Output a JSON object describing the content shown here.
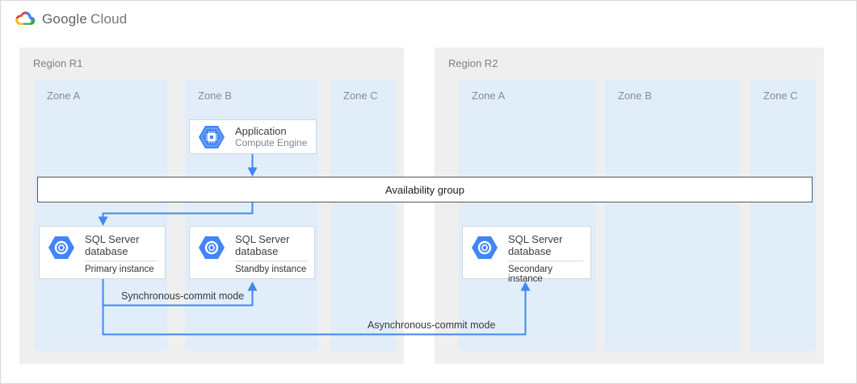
{
  "logo": {
    "brand": "Google",
    "product": "Cloud"
  },
  "regions": [
    {
      "label": "Region R1",
      "zones": [
        {
          "label": "Zone A"
        },
        {
          "label": "Zone B"
        },
        {
          "label": "Zone C"
        }
      ]
    },
    {
      "label": "Region R2",
      "zones": [
        {
          "label": "Zone A"
        },
        {
          "label": "Zone B"
        },
        {
          "label": "Zone C"
        }
      ]
    }
  ],
  "availability_group": {
    "label": "Availability group"
  },
  "nodes": {
    "application": {
      "title": "Application",
      "subtitle": "Compute Engine",
      "icon": "compute-engine-icon"
    },
    "primary": {
      "title": "SQL Server database",
      "subtitle": "Primary instance",
      "icon": "sql-server-database-icon"
    },
    "standby": {
      "title": "SQL Server database",
      "subtitle": "Standby instance",
      "icon": "sql-server-database-icon"
    },
    "secondary": {
      "title": "SQL Server database",
      "subtitle": "Secondary instance",
      "icon": "sql-server-database-icon"
    }
  },
  "edges": {
    "sync_label": "Synchronous-commit mode",
    "async_label": "Asynchronous-commit mode"
  },
  "colors": {
    "accent_blue": "#4285f4",
    "zone_fill": "#e1eefa",
    "region_fill": "#efefef",
    "node_border": "#ccd8e4",
    "bar_border": "#55585c"
  }
}
